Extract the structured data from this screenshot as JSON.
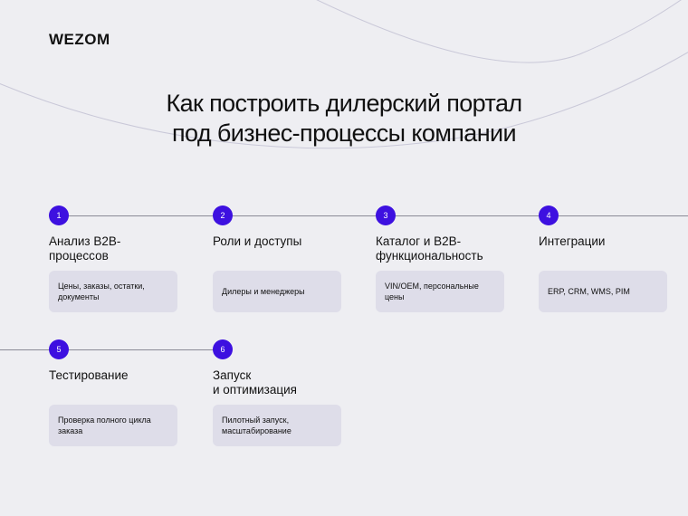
{
  "brand": {
    "logo": "WEZOM"
  },
  "title": {
    "line1": "Как построить дилерский портал",
    "line2": "под бизнес-процессы компании"
  },
  "colors": {
    "accent": "#3d10e0",
    "background": "#eeeef2",
    "card": "#dedde9",
    "line": "#8a8a96"
  },
  "steps": [
    {
      "number": "1",
      "title": "Анализ B2B-\nпроцессов",
      "description": "Цены, заказы, остатки,\nдокументы"
    },
    {
      "number": "2",
      "title": "Роли и доступы",
      "description": "Дилеры и менеджеры"
    },
    {
      "number": "3",
      "title": "Каталог и B2B-\nфункциональность",
      "description": "VIN/OEM, персональные\nцены"
    },
    {
      "number": "4",
      "title": "Интеграции",
      "description": "ERP, CRM, WMS, PIM"
    },
    {
      "number": "5",
      "title": "Тестирование",
      "description": "Проверка полного цикла\nзаказа"
    },
    {
      "number": "6",
      "title": "Запуск\nи оптимизация",
      "description": "Пилотный запуск,\nмасштабирование"
    }
  ]
}
